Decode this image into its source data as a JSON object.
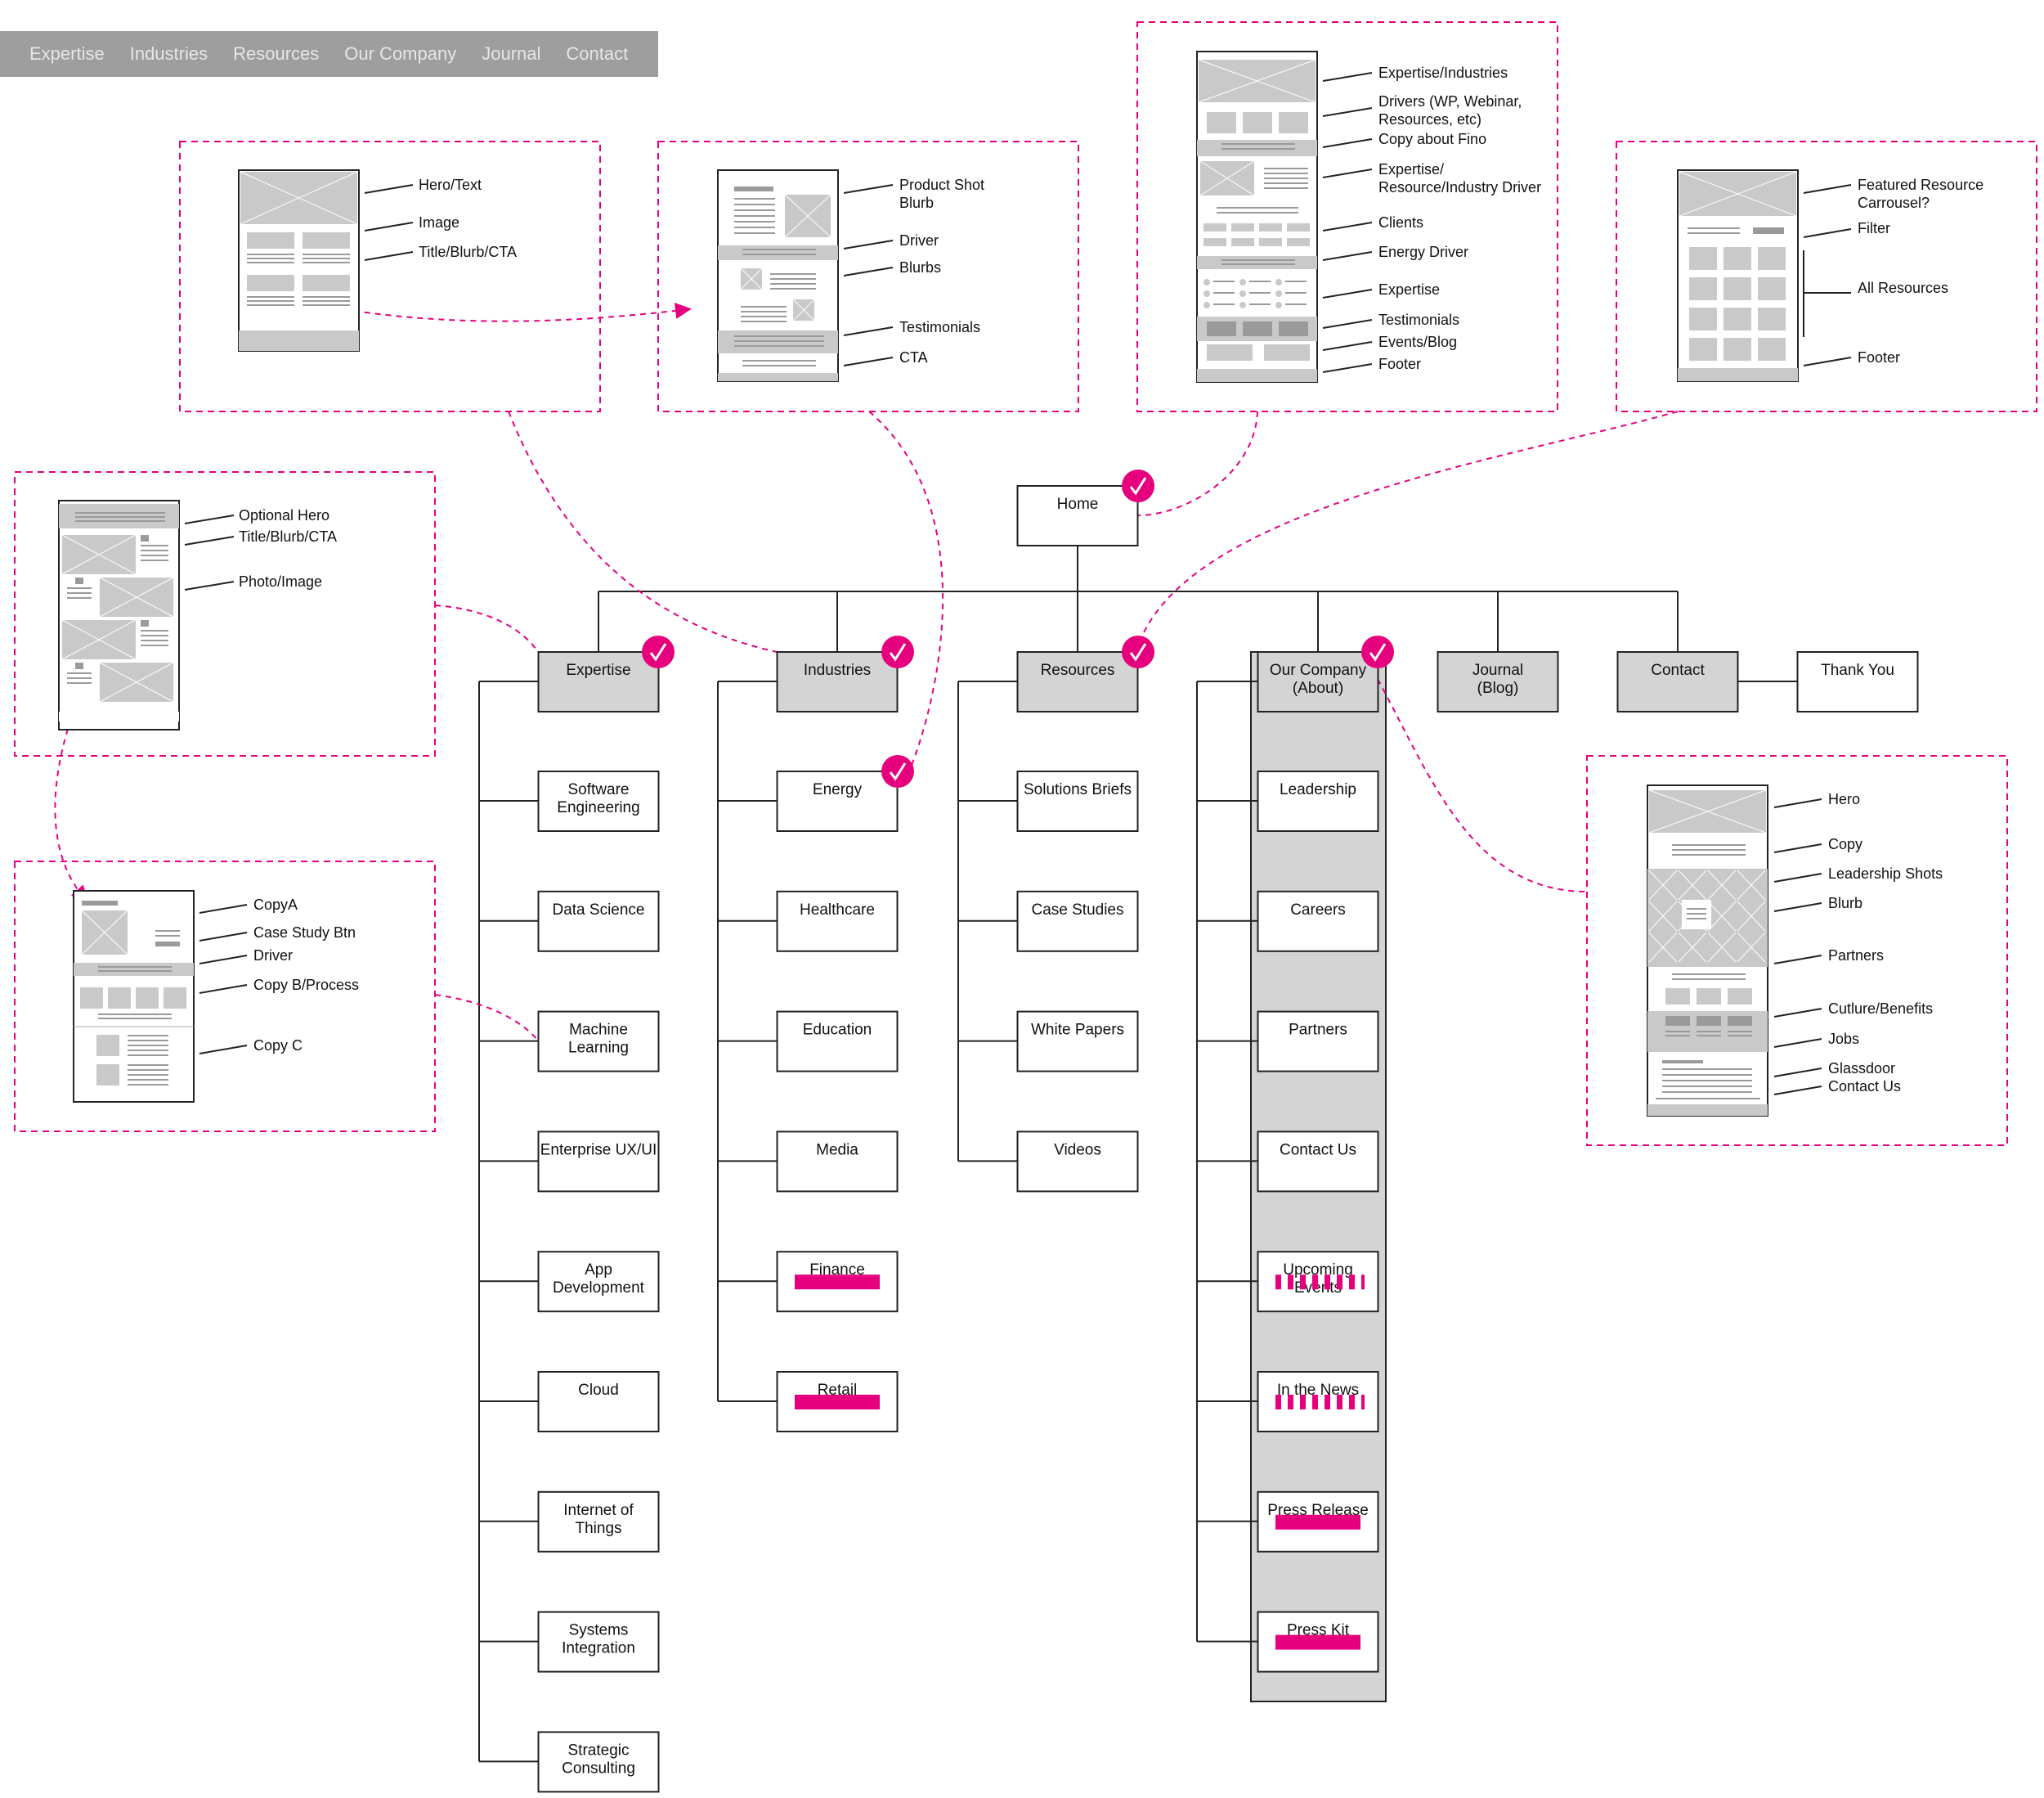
{
  "nav": [
    "Expertise",
    "Industries",
    "Resources",
    "Our Company",
    "Journal",
    "Contact"
  ],
  "accent": "#e6007e",
  "home": "Home",
  "top_sections": {
    "expertise": "Expertise",
    "industries": "Industries",
    "resources": "Resources",
    "our_company": [
      "Our Company",
      "(About)"
    ],
    "journal": [
      "Journal",
      "(Blog)"
    ],
    "contact": "Contact",
    "thank_you": "Thank You"
  },
  "expertise_children": [
    [
      "Software",
      "Engineering"
    ],
    [
      "Data Science"
    ],
    [
      "Machine",
      "Learning"
    ],
    [
      "Enterprise UX/UI"
    ],
    [
      "App",
      "Development"
    ],
    [
      "Cloud"
    ],
    [
      "Internet of",
      "Things"
    ],
    [
      "Systems",
      "Integration"
    ],
    [
      "Strategic",
      "Consulting"
    ]
  ],
  "industries_children": [
    [
      "Energy"
    ],
    [
      "Healthcare"
    ],
    [
      "Education"
    ],
    [
      "Media"
    ],
    [
      "Finance"
    ],
    [
      "Retail"
    ]
  ],
  "resources_children": [
    [
      "Solutions Briefs"
    ],
    [
      "Case Studies"
    ],
    [
      "White Papers"
    ],
    [
      "Videos"
    ]
  ],
  "company_children": [
    [
      "Leadership"
    ],
    [
      "Careers"
    ],
    [
      "Partners"
    ],
    [
      "Contact Us"
    ],
    [
      "Upcoming",
      "Events"
    ],
    [
      "In the News"
    ],
    [
      "Press Release"
    ],
    [
      "Press Kit"
    ]
  ],
  "annotations": {
    "hero_text": [
      "Hero/Text",
      "Image",
      "Title/Blurb/CTA"
    ],
    "product": [
      "Product Shot",
      "Blurb",
      "Driver",
      "Blurbs",
      "Testimonials",
      "CTA"
    ],
    "home": [
      "Expertise/Industries",
      "Drivers (WP, Webinar,",
      "Resources, etc)",
      "Copy about Fino",
      "Expertise/",
      "Resource/Industry Driver",
      "Clients",
      "Energy Driver",
      "Expertise",
      "Testimonials",
      "Events/Blog",
      "Footer"
    ],
    "resources": [
      "Featured Resource",
      "Carrousel?",
      "Filter",
      "All Resources",
      "Footer"
    ],
    "expertise": [
      "Optional Hero",
      "Title/Blurb/CTA",
      "Photo/Image"
    ],
    "case_study": [
      "CopyA",
      "Case Study Btn",
      "Driver",
      "Copy B/Process",
      "Copy C"
    ],
    "about": [
      "Hero",
      "Copy",
      "Leadership Shots",
      "Blurb",
      "Partners",
      "Cutlure/Benefits",
      "Jobs",
      "Glassdoor",
      "Contact Us"
    ]
  }
}
